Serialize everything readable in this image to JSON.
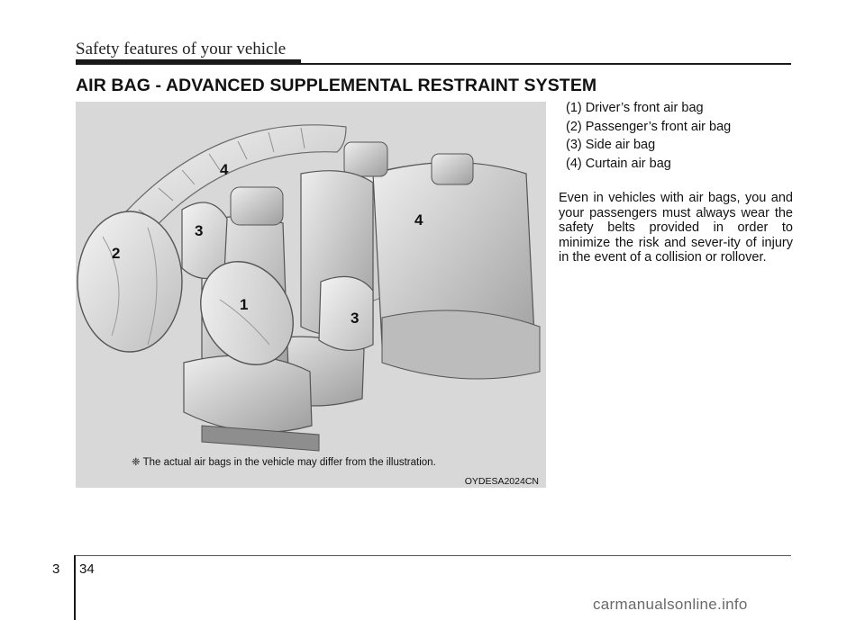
{
  "header": {
    "section": "Safety features of your vehicle"
  },
  "page_title": "AIR BAG - ADVANCED SUPPLEMENTAL RESTRAINT SYSTEM",
  "figure": {
    "callouts": [
      "4",
      "3",
      "2",
      "1",
      "4",
      "3"
    ],
    "note": "❈ The actual air bags in the vehicle may differ from the illustration.",
    "code": "OYDESA2024CN"
  },
  "legend": [
    "(1) Driver’s front air bag",
    "(2) Passenger’s front air bag",
    "(3) Side air bag",
    "(4) Curtain air bag"
  ],
  "body_text": "Even in vehicles with air bags, you and your passengers must always wear the safety belts provided in order to minimize the risk and sever-ity of injury in the event of a collision or rollover.",
  "footer": {
    "chapter": "3",
    "page": "34",
    "watermark": "carmanualsonline.info"
  }
}
